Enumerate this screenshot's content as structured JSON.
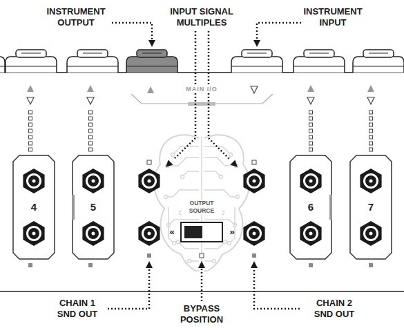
{
  "diagram": {
    "nodes": [
      {
        "text": [
          "4"
        ]
      },
      {
        "text": [
          "5"
        ]
      },
      {
        "text": [
          "6"
        ]
      },
      {
        "text": [
          "7"
        ]
      }
    ],
    "labels": [
      "INSTRUMENT OUTPUT",
      "INPUT SIGNAL MULTIPLES",
      "INSTRUMENT INPUT",
      "MAIN I/O",
      "OUTPUT SOURCE",
      "«",
      "»",
      "CHAIN 1 SND OUT",
      "BYPASS POSITION",
      "CHAIN 2 SND OUT"
    ]
  }
}
